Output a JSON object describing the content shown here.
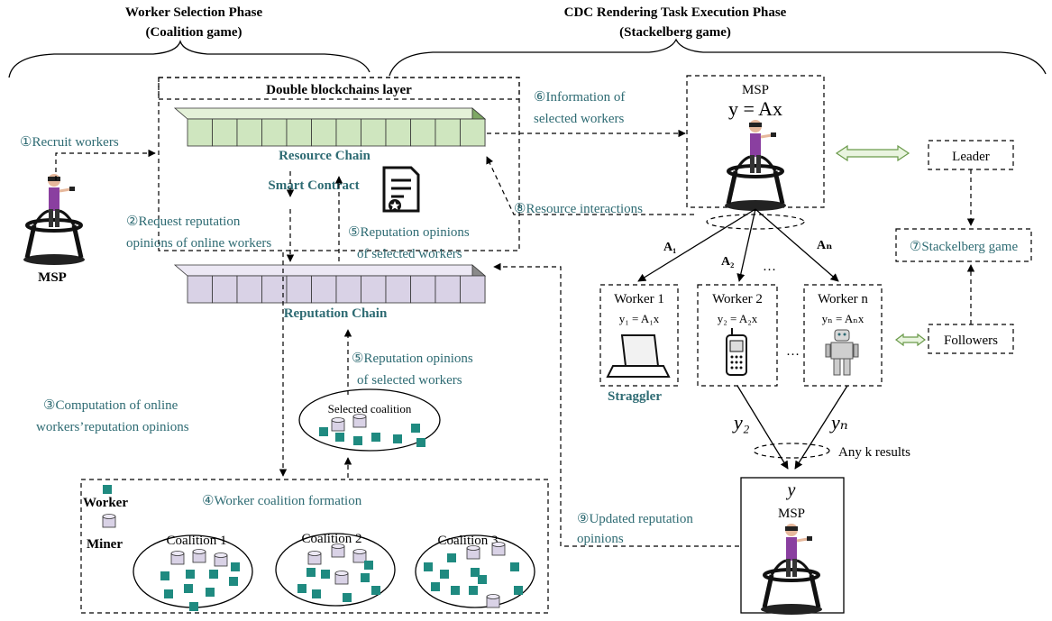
{
  "phases": {
    "left_title": "Worker Selection Phase",
    "left_subtitle": "(Coalition game)",
    "right_title": "CDC Rendering Task Execution Phase",
    "right_subtitle": "(Stackelberg game)"
  },
  "blockchain": {
    "layer_title": "Double blockchains layer",
    "resource_chain": "Resource Chain",
    "reputation_chain": "Reputation Chain",
    "smart_contract": "Smart Contract"
  },
  "steps": {
    "s1": "①Recruit workers",
    "s2_line1": "②Request reputation",
    "s2_line2": "opinions of online workers",
    "s3_line1": "③Computation of online",
    "s3_line2": "workers’reputation opinions",
    "s4": "④Worker coalition formation",
    "s5_line1": "⑤Reputation opinions",
    "s5_line2": "of selected workers",
    "s6_line1": "⑥Information of",
    "s6_line2": "selected workers",
    "s7": "⑦Stackelberg game",
    "s8": "⑧Resource interactions",
    "s9_line1": "⑨Updated reputation",
    "s9_line2": "opinions"
  },
  "msp": {
    "label": "MSP",
    "equation": "y = Ax",
    "result_y": "y"
  },
  "workers": [
    {
      "name": "Worker 1",
      "eq": "y₁ = A₁x",
      "edge": "A₁",
      "device": "laptop-icon"
    },
    {
      "name": "Worker 2",
      "eq": "y₂ = A₂x",
      "edge": "A₂",
      "device": "phone-icon"
    },
    {
      "name": "Worker n",
      "eq": "yₙ = Aₙx",
      "edge": "Aₙ",
      "device": "robot-icon"
    }
  ],
  "straggler": "Straggler",
  "ellipsis": "…",
  "outputs": {
    "y2": "y₂",
    "yn": "yₙ",
    "any_k": "Any k results"
  },
  "roles": {
    "leader": "Leader",
    "followers": "Followers"
  },
  "coalition": {
    "selected": "Selected coalition",
    "c1": "Coalition 1",
    "c2": "Coalition 2",
    "c3": "Coalition 3",
    "legend_worker": "Worker",
    "legend_miner": "Miner"
  },
  "colors": {
    "teal_text": "#2e6b73",
    "worker_square": "#1f8a80",
    "resource_block": "#cfe6bf",
    "reputation_block": "#d9d2e6",
    "arrow_green": "#a9d18e"
  }
}
